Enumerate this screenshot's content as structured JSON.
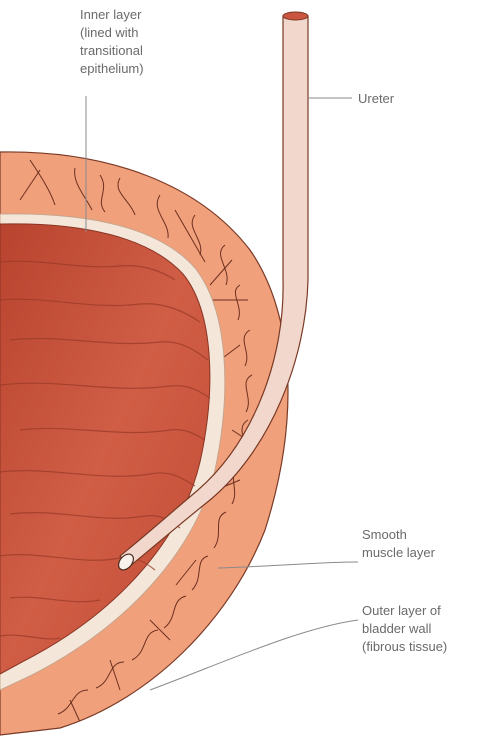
{
  "labels": {
    "inner_layer": [
      "Inner layer",
      "(lined with",
      "transitional",
      "epithelium)"
    ],
    "ureter": [
      "Ureter"
    ],
    "smooth_muscle": [
      "Smooth",
      "muscle layer"
    ],
    "outer_layer": [
      "Outer layer of",
      "bladder wall",
      "(fibrous tissue)"
    ]
  },
  "colors": {
    "lumen": "#c9543f",
    "muscle": "#f0a07a",
    "inner_lining": "#f4e6d8",
    "outline": "#7a3a26",
    "ureter": "#f2d8cc",
    "leader": "#8a8a8a",
    "text": "#6a6a6a"
  }
}
